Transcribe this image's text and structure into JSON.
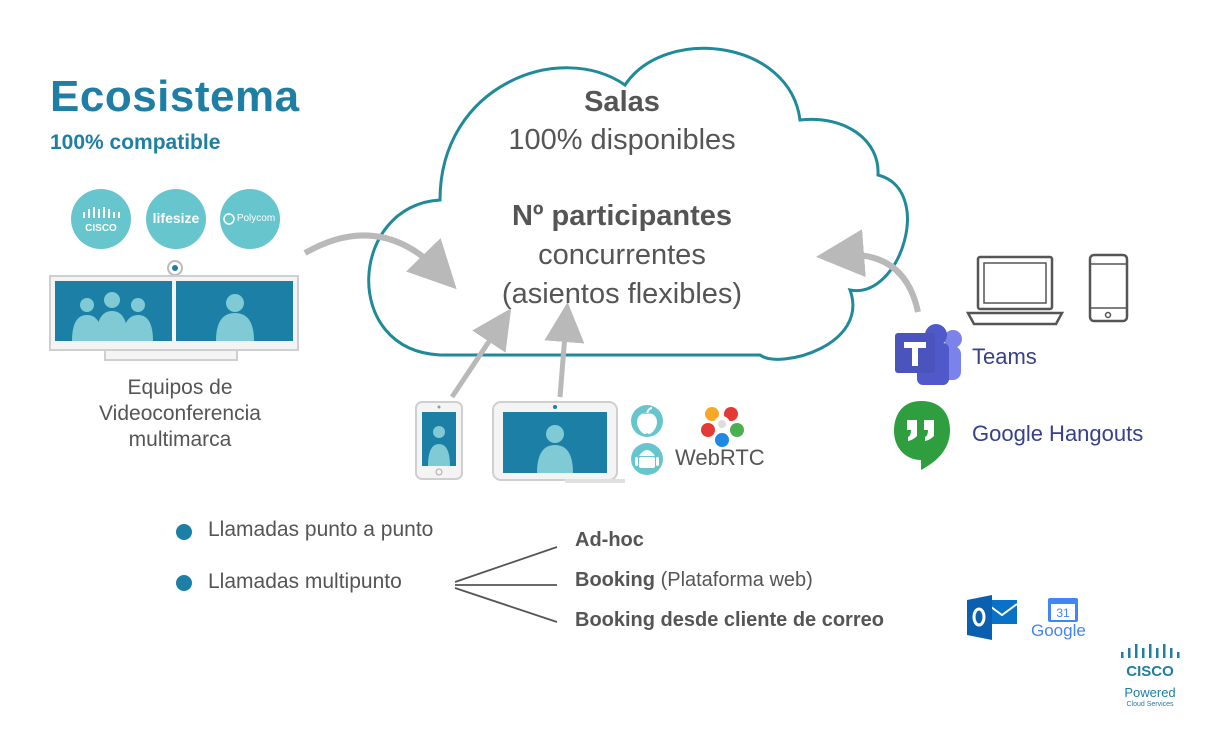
{
  "header": {
    "title": "Ecosistema",
    "subtitle": "100% compatible"
  },
  "cloud": {
    "rooms_title": "Salas",
    "rooms_subtitle": "100% disponibles",
    "participants_title": "Nº participantes",
    "participants_line1": "concurrentes",
    "participants_line2": "(asientos flexibles)"
  },
  "vendor_logos": [
    "CISCO",
    "lifesize",
    "Polycom"
  ],
  "equipment_label": "Equipos de Videoconferencia multimarca",
  "clients": {
    "webrtc_label": "WebRTC"
  },
  "integrations": {
    "teams_label": "Teams",
    "hangouts_label": "Google Hangouts"
  },
  "calls": {
    "point_to_point": "Llamadas punto a punto",
    "multipoint": "Llamadas multipunto",
    "options": [
      {
        "label": "Ad-hoc",
        "note": ""
      },
      {
        "label": "Booking",
        "note": "(Plataforma web)"
      },
      {
        "label": "Booking desde cliente de correo",
        "note": ""
      }
    ]
  },
  "mail_logos": {
    "google_label": "Google",
    "calendar_day": "31"
  },
  "footer_logo": {
    "brand": "CISCO",
    "line1": "Powered",
    "line2": "Cloud Services"
  },
  "colors": {
    "accent": "#1f7ea3",
    "teal": "#67c5ce",
    "screen": "#1c7fa6",
    "teams": "#4b53bc",
    "hangouts": "#2e9e3f"
  }
}
